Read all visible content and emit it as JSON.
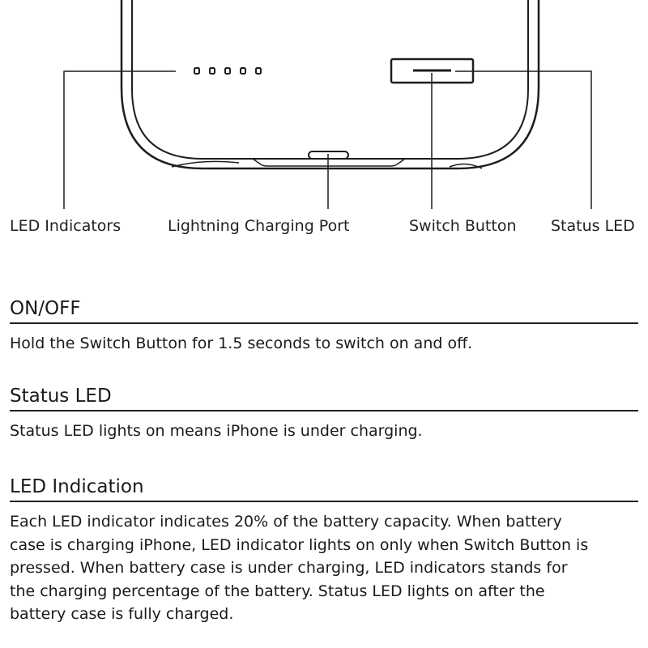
{
  "diagram": {
    "labels": {
      "led_indicators": "LED Indicators",
      "lightning_port": "Lightning Charging Port",
      "switch_button": "Switch Button",
      "status_led": "Status LED"
    }
  },
  "sections": [
    {
      "heading": "ON/OFF",
      "body": "Hold the Switch Button for 1.5 seconds to switch on and off."
    },
    {
      "heading": "Status LED",
      "body": "Status LED lights on means iPhone is under charging."
    },
    {
      "heading": "LED Indication",
      "body": "Each LED indicator indicates 20% of the battery capacity.  When battery case is charging iPhone, LED indicator lights on only when Switch Button is pressed.  When battery case is under charging,  LED indicators stands for the charging percentage of the battery. Status LED lights on after the battery case is fully charged."
    }
  ]
}
